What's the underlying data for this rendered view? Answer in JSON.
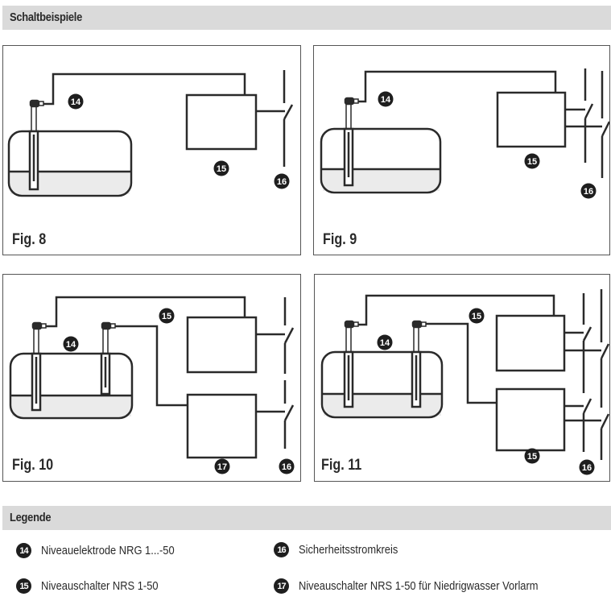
{
  "header": {
    "title": "Schaltbeispiele"
  },
  "figures": [
    {
      "id": "fig8",
      "label": "Fig. 8",
      "badges": [
        "14",
        "15",
        "16"
      ]
    },
    {
      "id": "fig9",
      "label": "Fig. 9",
      "badges": [
        "14",
        "15",
        "16"
      ]
    },
    {
      "id": "fig10",
      "label": "Fig. 10",
      "badges": [
        "14",
        "15",
        "17",
        "16"
      ]
    },
    {
      "id": "fig11",
      "label": "Fig. 11",
      "badges": [
        "14",
        "15",
        "15",
        "16"
      ]
    }
  ],
  "legend": {
    "title": "Legende",
    "items": [
      {
        "number": "14",
        "text": "Niveauelektrode NRG 1...-50"
      },
      {
        "number": "15",
        "text": "Niveauschalter NRS 1-50"
      },
      {
        "number": "16",
        "text": "Sicherheitsstromkreis"
      },
      {
        "number": "17",
        "text": "Niveauschalter NRS 1-50 für Niedrigwasser Vorlarm"
      }
    ]
  },
  "colors": {
    "line": "#2a2a2a",
    "water": "#ebebeb",
    "header_bg": "#dadada",
    "badge": "#1e1e1e"
  }
}
